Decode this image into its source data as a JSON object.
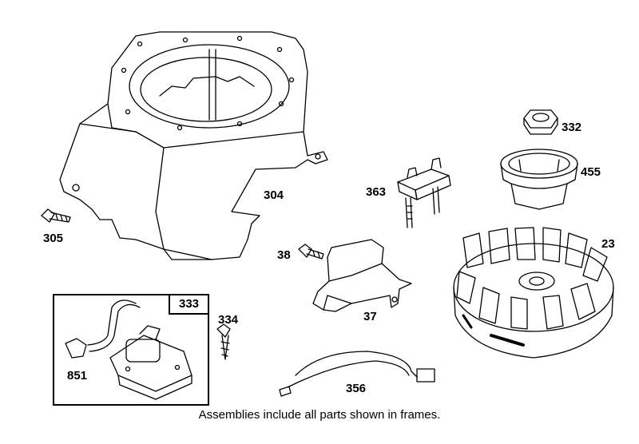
{
  "labels": {
    "p304": "304",
    "p305": "305",
    "p332": "332",
    "p455": "455",
    "p363": "363",
    "p23": "23",
    "p38": "38",
    "p37": "37",
    "p333": "333",
    "p334": "334",
    "p851": "851",
    "p356": "356"
  },
  "caption": "Assemblies include all parts shown in frames."
}
